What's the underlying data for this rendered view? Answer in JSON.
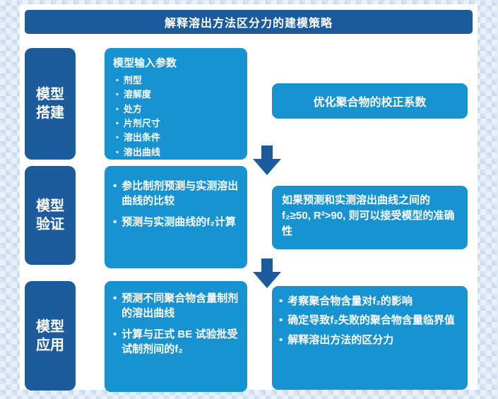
{
  "title": "解释溶出方法区分力的建模策略",
  "colors": {
    "dark_blue": "#1d5c9c",
    "light_blue": "#1693d0"
  },
  "bullet": "•",
  "stages": [
    {
      "label": "模型搭建",
      "middle": {
        "header": "模型输入参数",
        "items": [
          "剂型",
          "溶解度",
          "处方",
          "片剂尺寸",
          "溶出条件",
          "溶出曲线"
        ]
      },
      "right": {
        "text": "优化聚合物的校正系数"
      }
    },
    {
      "label": "模型验证",
      "middle": {
        "items": [
          "参比制剂预测与实测溶出曲线的比较",
          "预测与实测曲线的f₂计算"
        ]
      },
      "right": {
        "text": "如果预测和实测溶出曲线之间的f₂≥50, R²>90, 则可以接受模型的准确性"
      }
    },
    {
      "label": "模型应用",
      "middle": {
        "items": [
          "预测不同聚合物含量制剂的溶出曲线",
          "计算与正式 BE 试验批受试制剂间的f₂"
        ]
      },
      "right": {
        "items": [
          "考察聚合物含量对f₂的影响",
          "确定导致f₂失败的聚合物含量临界值",
          "解释溶出方法的区分力"
        ]
      }
    }
  ]
}
